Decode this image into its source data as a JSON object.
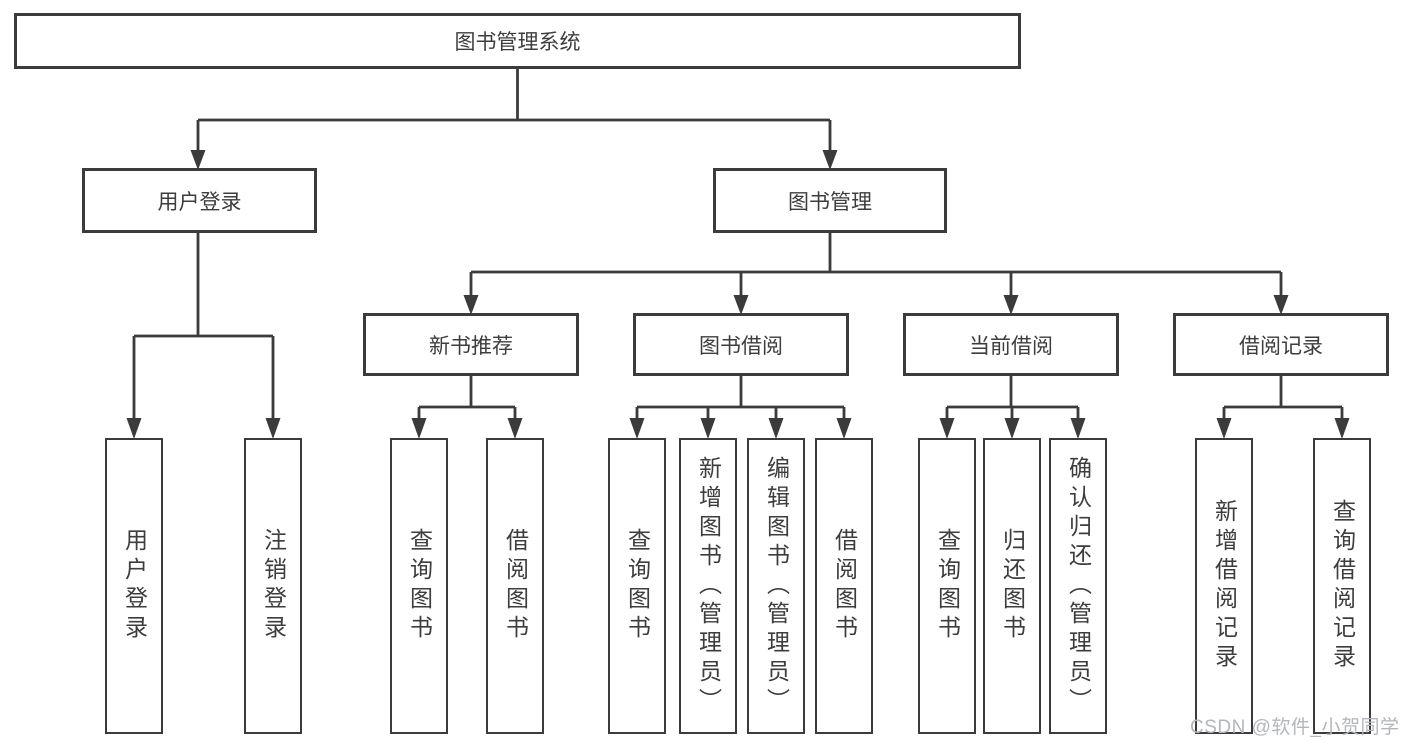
{
  "diagram": {
    "title_node": {
      "label": "图书管理系统"
    },
    "root": {
      "label": "图书管理系统"
    },
    "branches": [
      {
        "label": "用户登录",
        "children": [
          {
            "label": "用户登录"
          },
          {
            "label": "注销登录"
          }
        ]
      },
      {
        "label": "图书管理",
        "children": [
          {
            "label": "新书推荐",
            "children": [
              {
                "label": "查询图书"
              },
              {
                "label": "借阅图书"
              }
            ]
          },
          {
            "label": "图书借阅",
            "children": [
              {
                "label": "查询图书"
              },
              {
                "label": "新增图书（管理员）"
              },
              {
                "label": "编辑图书（管理员）"
              },
              {
                "label": "借阅图书"
              }
            ]
          },
          {
            "label": "当前借阅",
            "children": [
              {
                "label": "查询图书"
              },
              {
                "label": "归还图书"
              },
              {
                "label": "确认归还（管理员）"
              }
            ]
          },
          {
            "label": "借阅记录",
            "children": [
              {
                "label": "新增借阅记录"
              },
              {
                "label": "查询借阅记录"
              }
            ]
          }
        ]
      }
    ],
    "watermark": "CSDN @软件_小贺同学",
    "colors": {
      "line": "#3b3b3b",
      "text": "#3d3d3d",
      "box_fill": "#ffffff",
      "watermark_text": "#b3b6ba",
      "background": "#ffffff"
    }
  }
}
